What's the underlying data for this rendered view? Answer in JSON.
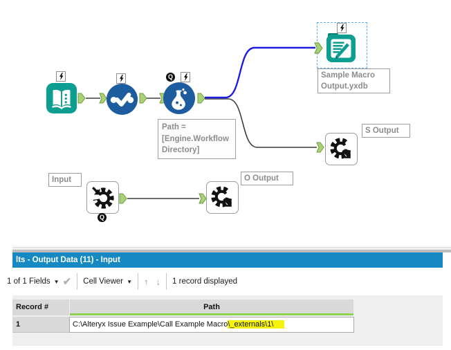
{
  "colors": {
    "title_bar": "#1789c2",
    "teal": "#0d9d91",
    "teal_dark": "#077e74",
    "tool_blue": "#1d5c9e",
    "anchor_green": "#a9d177",
    "anchor_border": "#6f9c3f",
    "wire_blue": "#1d1de0",
    "wire_gray": "#6e6e6e",
    "wire_dark": "#3c3c3c",
    "highlight_yellow": "#f5f30c",
    "header_green": "#8fd150"
  },
  "canvas": {
    "labels": {
      "input_box": "Input",
      "s_output_box": "S Output",
      "o_output_box": "O Output",
      "sample_macro_box": "Sample Macro\nOutput.yxdb",
      "flask_annotation": "Path =\n[Engine.Workflow\nDirectory]"
    },
    "badges": {
      "q": "Q"
    }
  },
  "results": {
    "title": "lts - Output Data (11) - Input",
    "toolbar": {
      "fields_dropdown": "1 of 1 Fields",
      "cell_viewer_dropdown": "Cell Viewer",
      "record_count": "1 record displayed"
    },
    "table": {
      "columns": {
        "record": "Record #",
        "path": "Path"
      },
      "row": {
        "record_num": "1",
        "path_prefix": "C:\\Alteryx Issue Example\\Call Example Macro",
        "path_highlight": "\\_externals\\1\\"
      }
    }
  }
}
